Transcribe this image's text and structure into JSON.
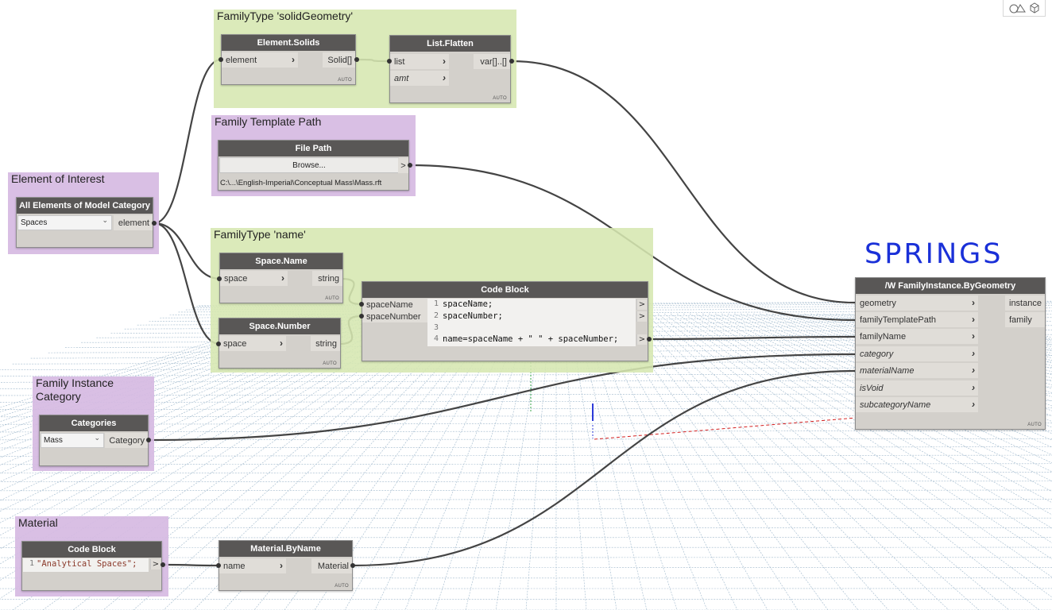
{
  "annotation": {
    "springs_note": "SPRINGS"
  },
  "nav_widget": {
    "icons": [
      "geometry-view-icon",
      "cube-view-icon"
    ]
  },
  "groups": {
    "solid_geometry": {
      "title": "FamilyType 'solidGeometry'",
      "color": "#d6e7b0"
    },
    "family_template_path": {
      "title": "Family Template Path",
      "color": "#d6bae2"
    },
    "element_of_interest": {
      "title": "Element of Interest",
      "color": "#d6bae2"
    },
    "family_type_name": {
      "title": "FamilyType 'name'",
      "color": "#d6e7b0"
    },
    "family_instance_category": {
      "title": "Family Instance\nCategory",
      "color": "#d6bae2"
    },
    "material": {
      "title": "Material",
      "color": "#d6bae2"
    }
  },
  "nodes": {
    "element_solids": {
      "title": "Element.Solids",
      "inputs": [
        "element"
      ],
      "outputs": [
        "Solid[]"
      ],
      "lacing": "AUTO"
    },
    "list_flatten": {
      "title": "List.Flatten",
      "inputs": [
        "list",
        "amt"
      ],
      "outputs": [
        "var[]..[]"
      ],
      "lacing": "AUTO"
    },
    "file_path": {
      "title": "File Path",
      "button": "Browse...",
      "output": ">",
      "path": "C:\\...\\English-Imperial\\Conceptual Mass\\Mass.rft"
    },
    "all_elements": {
      "title": "All Elements of Model Category",
      "dropdown": "Spaces",
      "outputs": [
        "element"
      ]
    },
    "space_name": {
      "title": "Space.Name",
      "inputs": [
        "space"
      ],
      "outputs": [
        "string"
      ],
      "lacing": "AUTO"
    },
    "space_number": {
      "title": "Space.Number",
      "inputs": [
        "space"
      ],
      "outputs": [
        "string"
      ],
      "lacing": "AUTO"
    },
    "code_block_name": {
      "title": "Code Block",
      "inputs": [
        "spaceName",
        "spaceNumber"
      ],
      "line_numbers": [
        "1",
        "2",
        "3",
        "4"
      ],
      "lines": [
        "spaceName;",
        "spaceNumber;",
        "",
        "name=spaceName + \" \" + spaceNumber;"
      ],
      "output_arrows": [
        ">",
        ">",
        ">"
      ]
    },
    "categories": {
      "title": "Categories",
      "dropdown": "Mass",
      "outputs": [
        "Category"
      ]
    },
    "code_block_material": {
      "title": "Code Block",
      "line_numbers": [
        "1"
      ],
      "lines": [
        "\"Analytical Spaces\";"
      ],
      "output_arrows": [
        ">"
      ]
    },
    "material_by_name": {
      "title": "Material.ByName",
      "inputs": [
        "name"
      ],
      "outputs": [
        "Material"
      ],
      "lacing": "AUTO"
    },
    "family_instance": {
      "title": "/W FamilyInstance.ByGeometry",
      "inputs": [
        "geometry",
        "familyTemplatePath",
        "familyName",
        "category",
        "materialName",
        "isVoid",
        "subcategoryName"
      ],
      "italic_inputs": [
        "category",
        "materialName",
        "isVoid",
        "subcategoryName"
      ],
      "outputs": [
        "instance",
        "family"
      ],
      "lacing": "AUTO"
    }
  },
  "colors": {
    "node_header": "#595756",
    "node_body": "#d3d0cb",
    "wire": "#444444",
    "annotation_ink": "#1a30d8",
    "grid": "#9fb8cc"
  }
}
